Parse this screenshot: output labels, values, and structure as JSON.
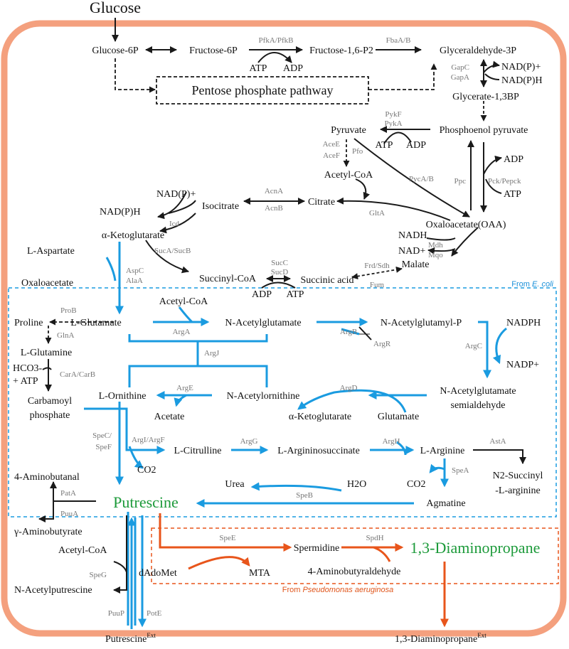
{
  "nodes": {
    "glucose": "Glucose",
    "g6p": "Glucose-6P",
    "f6p": "Fructose-6P",
    "f16p2": "Fructose-1,6-P2",
    "g3p": "Glyceraldehyde-3P",
    "ppp": "Pentose phosphate pathway",
    "nadp1": "NAD(P)+",
    "nadph1": "NAD(P)H",
    "g13bp": "Glycerate-1,3BP",
    "pyruvate": "Pyruvate",
    "pep": "Phosphoenol pyruvate",
    "atp_pyk": "ATP",
    "adp_pyk": "ADP",
    "acetylcoa": "Acetyl-CoA",
    "citrate": "Citrate",
    "isocitrate": "Isocitrate",
    "nadp2": "NAD(P)+",
    "nadph2": "NAD(P)H",
    "akg": "α-Ketoglutarate",
    "oaa": "Oxaloacetate(OAA)",
    "adp_pck": "ADP",
    "atp_pck": "ATP",
    "nadh": "NADH",
    "nad": "NAD+",
    "malate": "Malate",
    "laspartate": "L-Aspartate",
    "oxaloacetate": "Oxaloacetate",
    "succinylcoa": "Succinyl-CoA",
    "succinic": "Succinic acid",
    "adp_suc": "ADP",
    "atp_suc": "ATP",
    "atp_pfk": "ATP",
    "adp_pfk": "ADP",
    "acetylcoa2": "Acetyl-CoA",
    "proline": "Proline",
    "lglutamate": "L-Glutamate",
    "nacglu": "N-Acetylglutamate",
    "nacgluP": "N-Acetylglutamyl-P",
    "nadph3": "NADPH",
    "nadp3": "NADP+",
    "lglutamine": "L-Glutamine",
    "hco3": "HCO3-",
    "atp_car": "+ ATP",
    "carbamoyl1": "Carbamoyl",
    "carbamoyl2": "phosphate",
    "lornithine": "L-Ornithine",
    "nacorn": "N-Acetylornithine",
    "acetate": "Acetate",
    "akg2": "α-Ketoglutarate",
    "glutamate": "Glutamate",
    "nacsemi1": "N-Acetylglutamate",
    "nacsemi2": "semialdehyde",
    "lcitrulline": "L-Citrulline",
    "largsucc": "L-Argininosuccinate",
    "larginine": "L-Arginine",
    "co2a": "CO2",
    "co2b": "CO2",
    "n2succ1": "N2-Succinyl",
    "n2succ2": "-L-arginine",
    "aminobutanal": "4-Aminobutanal",
    "urea": "Urea",
    "h2o": "H2O",
    "agmatine": "Agmatine",
    "putrescine": "Putrescine",
    "gaba": "γ-Aminobutyrate",
    "acetylcoa3": "Acetyl-CoA",
    "nacput": "N-Acetylputrescine",
    "dadomet": "dAdoMet",
    "mta": "MTA",
    "spermidine": "Spermidine",
    "dap": "1,3-Diaminopropane",
    "aminobutyr": "4-Aminobutyraldehyde",
    "putext": "Putrescine",
    "dapext": "1,3-Diaminopropane",
    "ext": "Ext"
  },
  "enzymes": {
    "pfk": "PfkA/PfkB",
    "fba": "FbaA/B",
    "gapc": "GapC",
    "gapa": "GapA",
    "pykf": "PykF",
    "pyka": "PykA",
    "acee": "AceE",
    "acef": "AceF",
    "pfo": "Pfo",
    "pyc": "PycA/B",
    "ppc": "Ppc",
    "pck": "Pck/Pepck",
    "acna": "AcnA",
    "acnb": "AcnB",
    "gltA": "GltA",
    "icd": "Icd",
    "mdh": "Mdh",
    "mqo": "Mqo",
    "suca": "SucA/SucB",
    "aspc": "AspC",
    "alaa": "AlaA",
    "succ": "SucC",
    "sucd": "SucD",
    "frd": "Frd/Sdh",
    "fum": "Fum",
    "prob": "ProB",
    "glna": "GlnA",
    "arga": "ArgA",
    "argb": "ArgB",
    "argr": "ArgR",
    "argj": "ArgJ",
    "argc": "ArgC",
    "carab": "CarA/CarB",
    "arge": "ArgE",
    "argd": "ArgD",
    "spec": "SpeC/",
    "spef": "SpeF",
    "argi": "ArgI/ArgF",
    "argg": "ArgG",
    "argh": "ArgH",
    "asta": "AstA",
    "spea": "SpeA",
    "speb": "SpeB",
    "pata": "PatA",
    "puua": "PuuA",
    "spee": "SpeE",
    "spdh": "SpdH",
    "speg": "SpeG",
    "puup": "PuuP",
    "pote": "PotE"
  },
  "regions": {
    "ecoli_prefix": "From ",
    "ecoli_species": "E. coli",
    "pa_prefix": "From ",
    "pa_species": "Pseudomonas aeruginosa"
  },
  "colors": {
    "cell": "#f4a07e",
    "blue": "#1a9be0",
    "orange": "#e8551b",
    "green": "#1c9a3a"
  }
}
